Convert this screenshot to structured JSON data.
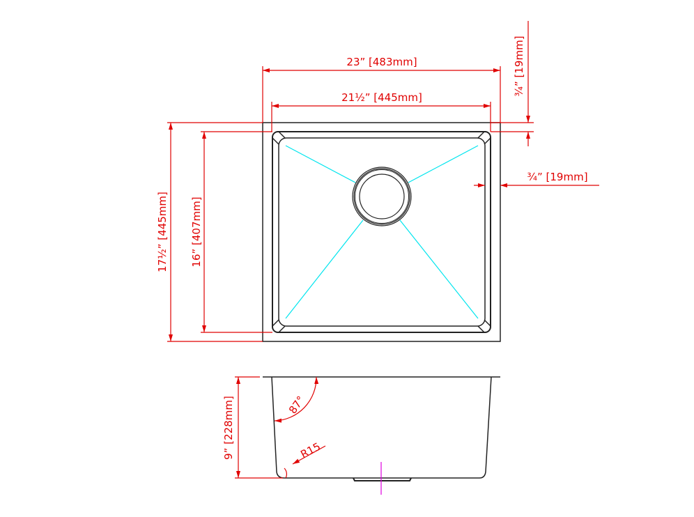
{
  "top_view": {
    "overall_width": "23” [483mm]",
    "inner_width": "21½” [445mm]",
    "overall_depth": "17½” [445mm]",
    "inner_depth": "16” [407mm]",
    "rim_top": "¾” [19mm]",
    "rim_side": "¾” [19mm]"
  },
  "side_view": {
    "height": "9” [228mm]",
    "wall_angle": "87°",
    "corner_radius": "R15"
  },
  "colors": {
    "dimension": "#e00000",
    "outline": "#222222",
    "slope_lines": "#00e5ee",
    "centerline": "#e000e0"
  }
}
